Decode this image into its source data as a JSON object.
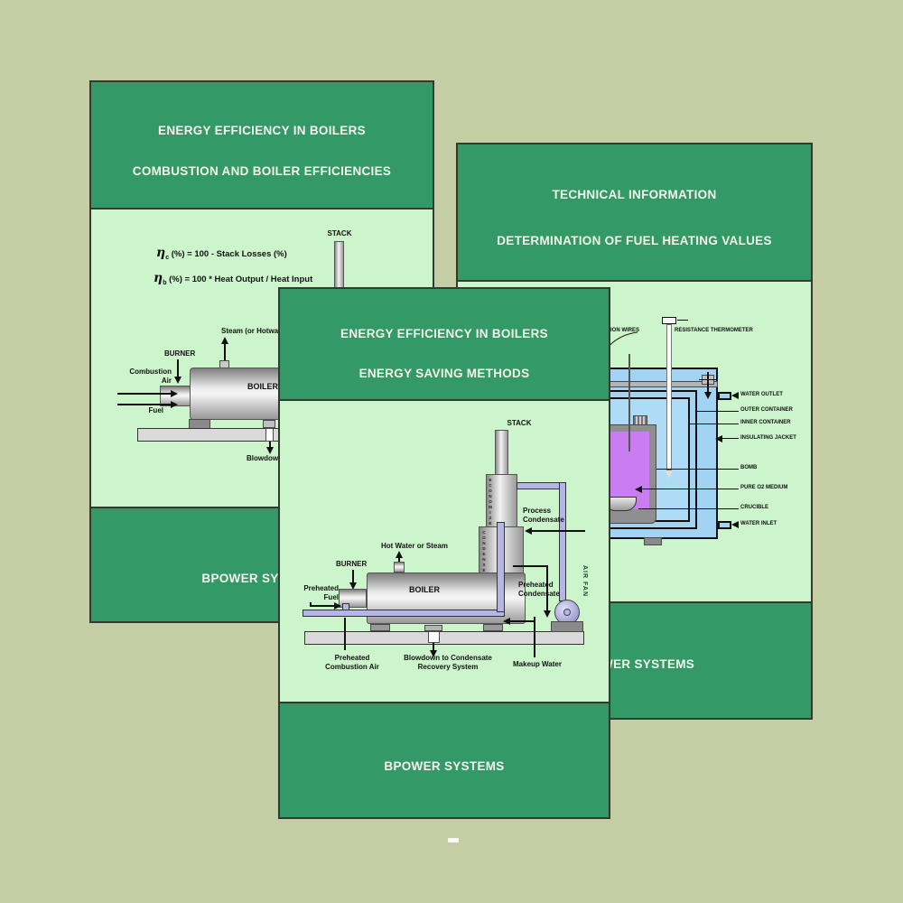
{
  "page": {
    "background": "#c4cda4",
    "marker": "-"
  },
  "colors": {
    "slide_green": "#339966",
    "slide_body_green": "#ccf5cc",
    "water_blue": "#a3d3f2",
    "oxygen_purple": "#c97df0",
    "pipe_lavender": "#b5b5e8"
  },
  "slides": {
    "combustion_efficiency": {
      "title1": "ENERGY EFFICIENCY IN BOILERS",
      "title2": "COMBUSTION AND BOILER EFFICIENCIES",
      "footer": "BPOWER SYSTEMS",
      "formula_combustion": {
        "symbol": "η",
        "subscript": "c",
        "body": " (%) = 100 - Stack Losses (%)"
      },
      "formula_boiler": {
        "symbol": "η",
        "subscript": "b",
        "body": " (%) = 100 * Heat Output / Heat Input"
      },
      "labels": {
        "stack": "STACK",
        "steam": "Steam (or Hotwater)",
        "burner": "BURNER",
        "combustion_air_line1": "Combustion",
        "combustion_air_line2": "Air",
        "fuel": "Fuel",
        "boiler": "BOILER",
        "blowdown": "Blowdown"
      }
    },
    "fuel_heating_values": {
      "title1": "TECHNICAL INFORMATION",
      "title2": "DETERMINATION OF FUEL HEATING VALUES",
      "footer": "BPOWER SYSTEMS",
      "labels": {
        "ignition_wires": "IGNITION WIRES",
        "resistance_thermometer": "RESISTANCE THERMOMETER",
        "water_outlet": "WATER OUTLET",
        "outer_container": "OUTER CONTAINER",
        "inner_container": "INNER CONTAINER",
        "insulating_jacket": "INSULATING JACKET",
        "bomb": "BOMB",
        "pure_o2_medium": "PURE O2 MEDIUM",
        "crucible": "CRUCIBLE",
        "water_inlet": "WATER INLET"
      }
    },
    "energy_saving": {
      "title1": "ENERGY EFFICIENCY IN BOILERS",
      "title2": "ENERGY SAVING METHODS",
      "footer": "BPOWER SYSTEMS",
      "labels": {
        "stack": "STACK",
        "economizer": "ECONOMIZER",
        "condenser": "CONDENSER",
        "process_condensate_line1": "Process",
        "process_condensate_line2": "Condensate",
        "hot_water_or_steam": "Hot Water or Steam",
        "burner": "BURNER",
        "preheated_fuel_line1": "Preheated",
        "preheated_fuel_line2": "Fuel",
        "boiler": "BOILER",
        "preheated_condensate_line1": "Preheated",
        "preheated_condensate_line2": "Condensate",
        "air_fan": "AIR FAN",
        "preheated_combustion_air_line1": "Preheated",
        "preheated_combustion_air_line2": "Combustion Air",
        "blowdown_line1": "Blowdown to Condensate",
        "blowdown_line2": "Recovery System",
        "makeup_water": "Makeup Water"
      }
    }
  }
}
